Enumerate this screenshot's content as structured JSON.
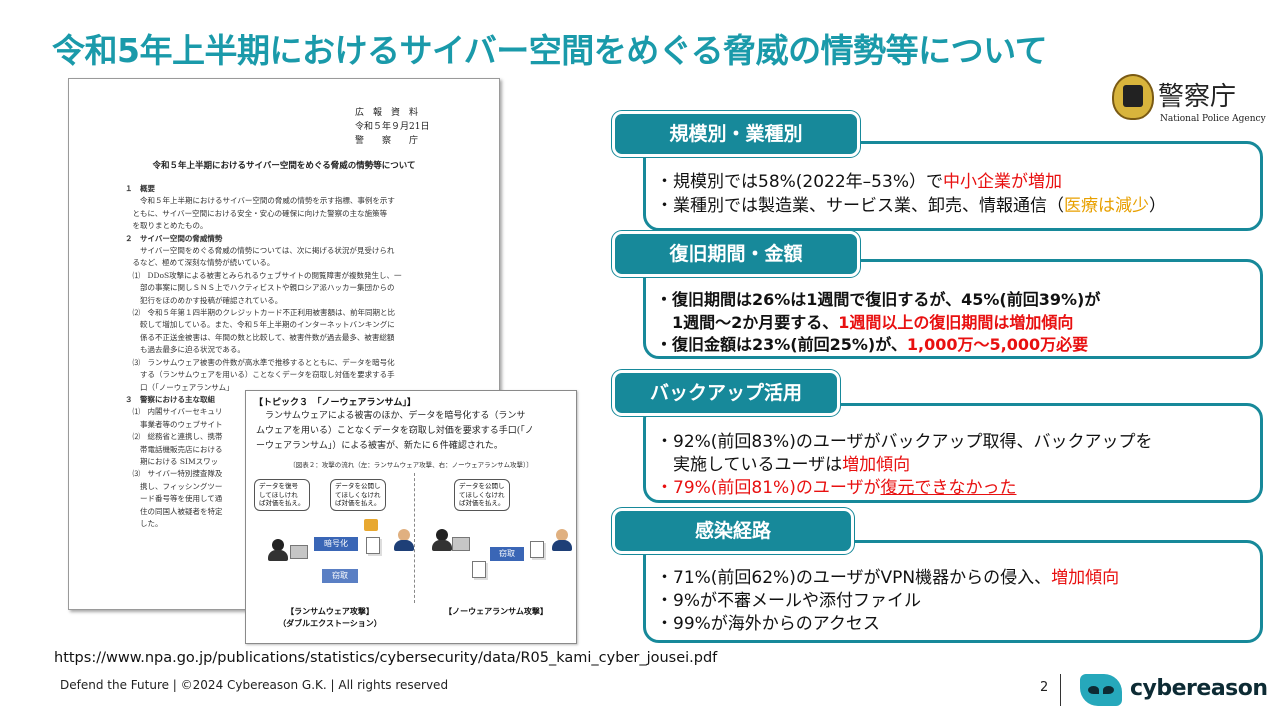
{
  "title": "令和5年上半期におけるサイバー空間をめぐる脅威の情勢等について",
  "npa": {
    "name": "警察庁",
    "english": "National Police Agency"
  },
  "document": {
    "header": [
      "広　報　資　料",
      "令和５年９月21日",
      "警　　察　　庁"
    ],
    "heading": "令和５年上半期におけるサイバー空間をめぐる脅威の情勢等について",
    "lines": [
      "１　概要",
      "　　令和５年上半期におけるサイバー空間の脅威の情勢を示す指標、事例を示す",
      "　ともに、サイバー空間における安全・安心の確保に向けた警察の主な施策等",
      "　を取りまとめたもの。",
      "２　サイバー空間の脅威情勢",
      "　　サイバー空間をめぐる脅威の情勢については、次に掲げる状況が見受けられ",
      "　るなど、極めて深刻な情勢が続いている。",
      "　⑴　DDoS攻撃による被害とみられるウェブサイトの閲覧障害が複数発生し、一",
      "　　部の事案に関しＳＮＳ上でハクティビストや親ロシア派ハッカー集団からの",
      "　　犯行をほのめかす投稿が確認されている。",
      "　⑵　令和５年第１四半期のクレジットカード不正利用被害額は、前年同期と比",
      "　　較して増加している。また、令和５年上半期のインターネットバンキングに",
      "　　係る不正送金被害は、年間の数と比較して、被害件数が過去最多、被害総額",
      "　　も過去最多に迫る状況である。",
      "　⑶　ランサムウェア被害の件数が高水準で推移するとともに、データを暗号化",
      "　　する（ランサムウェアを用いる）ことなくデータを窃取し対価を要求する手",
      "　　口（「ノーウェアランサム」",
      "３　警察における主な取組",
      "　⑴　内閣サイバーセキュリ",
      "　　事業者等のウェブサイト",
      "　⑵　総務省と連携し、携帯",
      "　　帯電話機販売店における",
      "　　期における SIMスワッ",
      "　⑶　サイバー特別捜査隊及",
      "　　携し、フィッシングツー",
      "　　ード番号等を使用して通",
      "　　住の同国人被疑者を特定",
      "　　した。"
    ]
  },
  "topic": {
    "title": "【トピック３　「ノーウェアランサム」】",
    "body": "　ランサムウェアによる被害のほか、データを暗号化する（ランサ\nムウェアを用いる）ことなくデータを窃取し対価を要求する手口(「ノ\nーウェアランサム」）による被害が、新たに６件確認された。",
    "caption": "〔図表２：攻撃の流れ（左：ランサムウェア攻撃、右：ノーウェアランサム攻撃）〕",
    "bubble1": "データを復号\nしてほしけれ\nば対価を払え。",
    "bubble2": "データを公開し\nてほしくなけれ\nば対価を払え。",
    "bubble3": "データを公開し\nてほしくなけれ\nば対価を払え。",
    "encrypt": "暗号化",
    "steal1": "窃取",
    "steal2": "窃取",
    "label_left": "【ランサムウェア攻撃】\n（ダブルエクストーション）",
    "label_right": "【ノーウェアランサム攻撃】"
  },
  "sections": [
    {
      "tab": "規模別・業種別",
      "lines": [
        [
          "・規模別では58%(2022年–53%）で",
          "中小企業が増加"
        ],
        [
          "・業種別では製造業、サービス業、卸売、情報通信（",
          "医療は減少",
          "）"
        ]
      ]
    },
    {
      "tab": "復旧期間・金額",
      "lines": [
        [
          "・復旧期間は26%は1週間で復旧するが、45%(前回39%)が"
        ],
        [
          "　1週間～2か月要する、",
          "1週間以上の復旧期間は増加傾向"
        ],
        [
          "・復旧金額は23%(前回25%)が、",
          "1,000万～5,000万必要"
        ]
      ]
    },
    {
      "tab": "バックアップ活用",
      "lines": [
        [
          "・92%(前回83%)のユーザがバックアップ取得、バックアップを"
        ],
        [
          "　実施しているユーザは",
          "増加傾向"
        ],
        [
          "・79%(前回81%)のユーザが",
          "復元できなかった"
        ]
      ]
    },
    {
      "tab": "感染経路",
      "lines": [
        [
          "・71%(前回62%)のユーザがVPN機器からの侵入、",
          "増加傾向"
        ],
        [
          "・9%が不審メールや添付ファイル"
        ],
        [
          "・99%が海外からのアクセス"
        ]
      ]
    }
  ],
  "url": "https://www.npa.go.jp/publications/statistics/cybersecurity/data/R05_kami_cyber_jousei.pdf",
  "footer": "Defend the Future | ©2024 Cybereason G.K. | All rights reserved",
  "page_number": "2",
  "brand": "cybereason",
  "colors": {
    "accent": "#17899a",
    "title": "#1a9aaa",
    "red": "#e81010",
    "orange": "#e8a000"
  }
}
